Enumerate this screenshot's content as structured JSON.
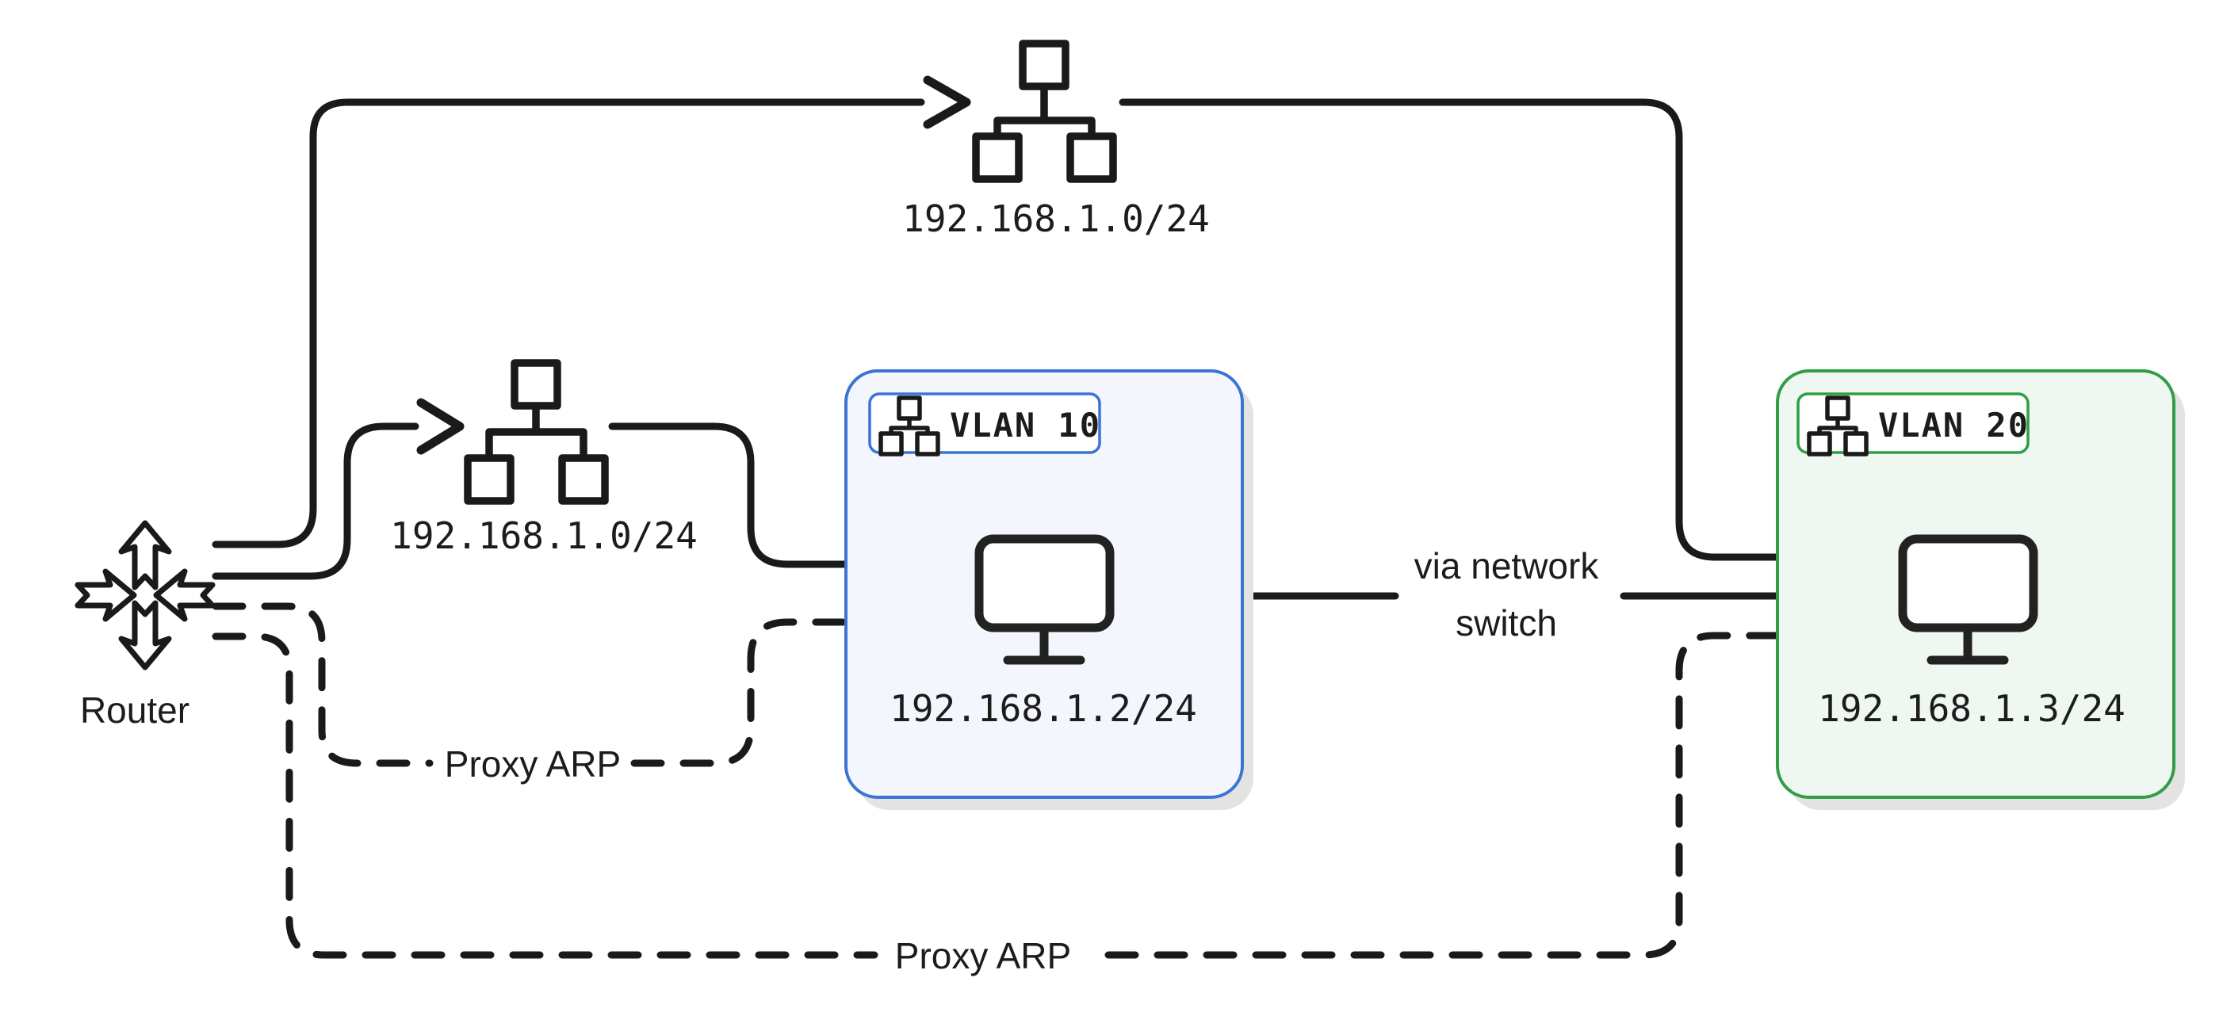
{
  "diagram": {
    "router": {
      "label": "Router"
    },
    "networks": {
      "top": {
        "label": "192.168.1.0/24"
      },
      "middle": {
        "label": "192.168.1.0/24"
      }
    },
    "vlans": {
      "vlan10": {
        "badge": "VLAN 10",
        "host_ip": "192.168.1.2/24",
        "border_color": "#3b74d6",
        "fill_color": "#f3f6fc"
      },
      "vlan20": {
        "badge": "VLAN 20",
        "host_ip": "192.168.1.3/24",
        "border_color": "#2f9e44",
        "fill_color": "#eff7f1"
      }
    },
    "links": {
      "proxy_arp_vlan10": "Proxy ARP",
      "proxy_arp_vlan20": "Proxy ARP",
      "via_switch_line1": "via network",
      "via_switch_line2": "switch"
    },
    "colors": {
      "line": "#1a1a1a",
      "text": "#1c1c1c",
      "badge_text": "#4a4a4a",
      "background": "#ffffff",
      "box_shadow": "#e3e3e3"
    }
  }
}
